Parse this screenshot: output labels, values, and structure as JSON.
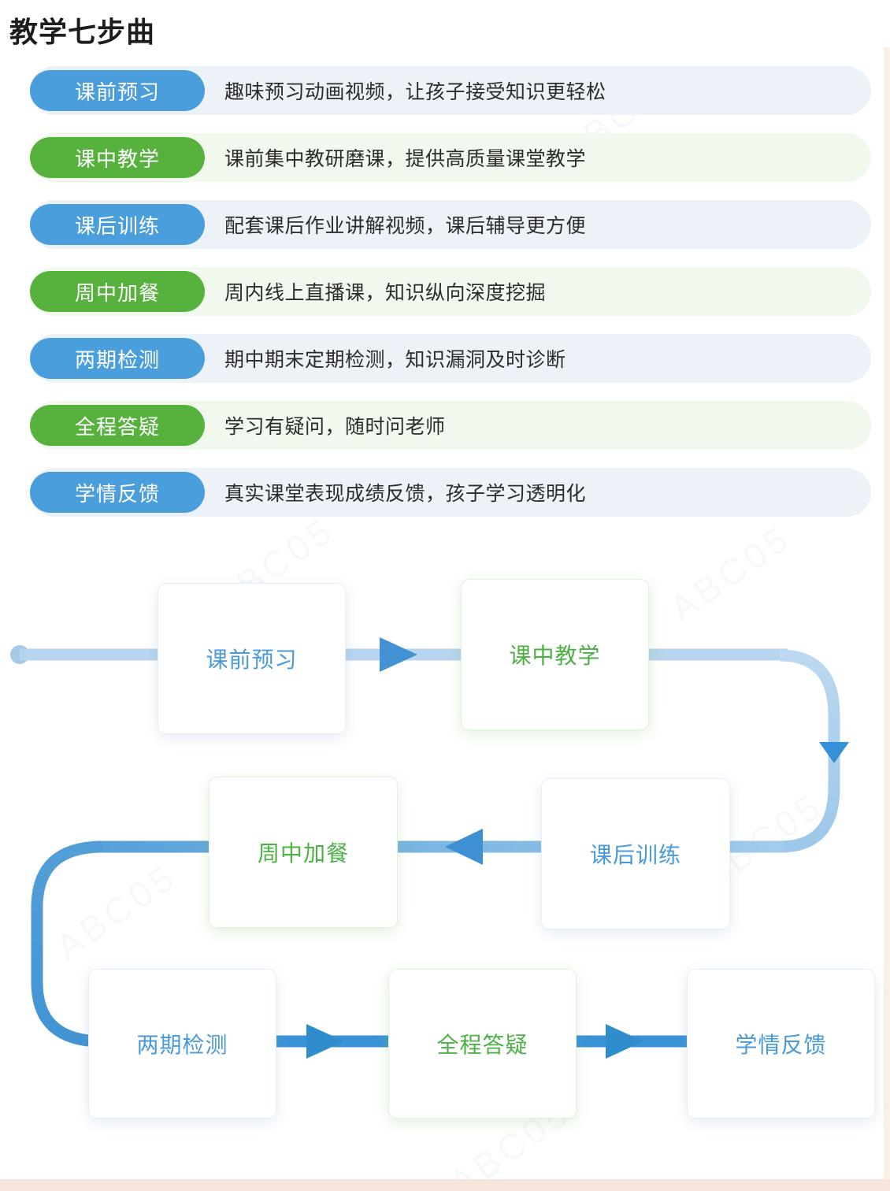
{
  "page": {
    "title": "教学七步曲"
  },
  "steps": [
    {
      "label": "课前预习",
      "color": "blue",
      "description": "趣味预习动画视频，让孩子接受知识更轻松"
    },
    {
      "label": "课中教学",
      "color": "green",
      "description": "课前集中教研磨课，提供高质量课堂教学"
    },
    {
      "label": "课后训练",
      "color": "blue",
      "description": "配套课后作业讲解视频，课后辅导更方便"
    },
    {
      "label": "周中加餐",
      "color": "green",
      "description": "周内线上直播课，知识纵向深度挖掘"
    },
    {
      "label": "两期检测",
      "color": "blue",
      "description": "期中期末定期检测，知识漏洞及时诊断"
    },
    {
      "label": "全程答疑",
      "color": "green",
      "description": "学习有疑问，随时问老师"
    },
    {
      "label": "学情反馈",
      "color": "blue",
      "description": "真实课堂表现成绩反馈，孩子学习透明化"
    }
  ],
  "flowchart": {
    "nodes": [
      {
        "label": "课前预习",
        "color": "blue"
      },
      {
        "label": "课中教学",
        "color": "green"
      },
      {
        "label": "课后训练",
        "color": "blue"
      },
      {
        "label": "周中加餐",
        "color": "green"
      },
      {
        "label": "两期检测",
        "color": "blue"
      },
      {
        "label": "全程答疑",
        "color": "green"
      },
      {
        "label": "学情反馈",
        "color": "blue"
      }
    ],
    "order": [
      "课前预习",
      "课中教学",
      "课后训练",
      "周中加餐",
      "两期检测",
      "全程答疑",
      "学情反馈"
    ]
  },
  "watermark": {
    "text": "ABC05"
  },
  "colors": {
    "pill_blue": "#4a9edb",
    "pill_green": "#56b23c",
    "row_blue_bg": "#edf2f8",
    "row_green_bg": "#f1f8ee",
    "node_text_blue": "#4a9ad9",
    "node_text_green": "#4cb145",
    "flow_line_light": "#b7d5ee",
    "flow_line_strong": "#3b93d6",
    "arrow_blue": "#4292d4",
    "bottom_strip": "#f5e5dc"
  }
}
